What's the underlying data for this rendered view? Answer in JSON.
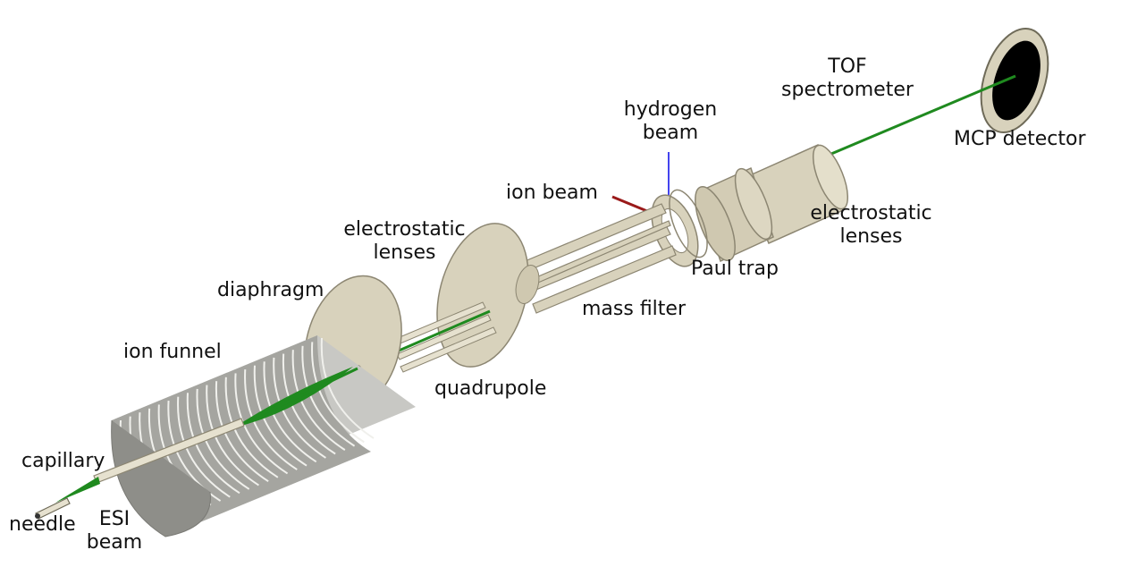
{
  "labels": {
    "tof": [
      "TOF",
      "spectrometer"
    ],
    "mcp": "MCP detector",
    "hydrogen": [
      "hydrogen",
      "beam"
    ],
    "ion_beam": "ion beam",
    "es_lenses_left": [
      "electrostatic",
      "lenses"
    ],
    "es_lenses_right": [
      "electrostatic",
      "lenses"
    ],
    "paul_trap": "Paul trap",
    "mass_filter": "mass filter",
    "diaphragm": "diaphragm",
    "ion_funnel": "ion funnel",
    "quadrupole": "quadrupole",
    "capillary": "capillary",
    "needle": "needle",
    "esi": [
      "ESI",
      "beam"
    ]
  },
  "colors": {
    "metal": "#d8d2bc",
    "metal_dark": "#8c8672",
    "funnel_light": "#d5d5d2",
    "funnel_dark": "#8a8a86",
    "ion_green": "#1f8a1f",
    "hydrogen_beam": "#4444ee",
    "ion_beam_red": "#9a1a1a",
    "detector_black": "#000000"
  }
}
